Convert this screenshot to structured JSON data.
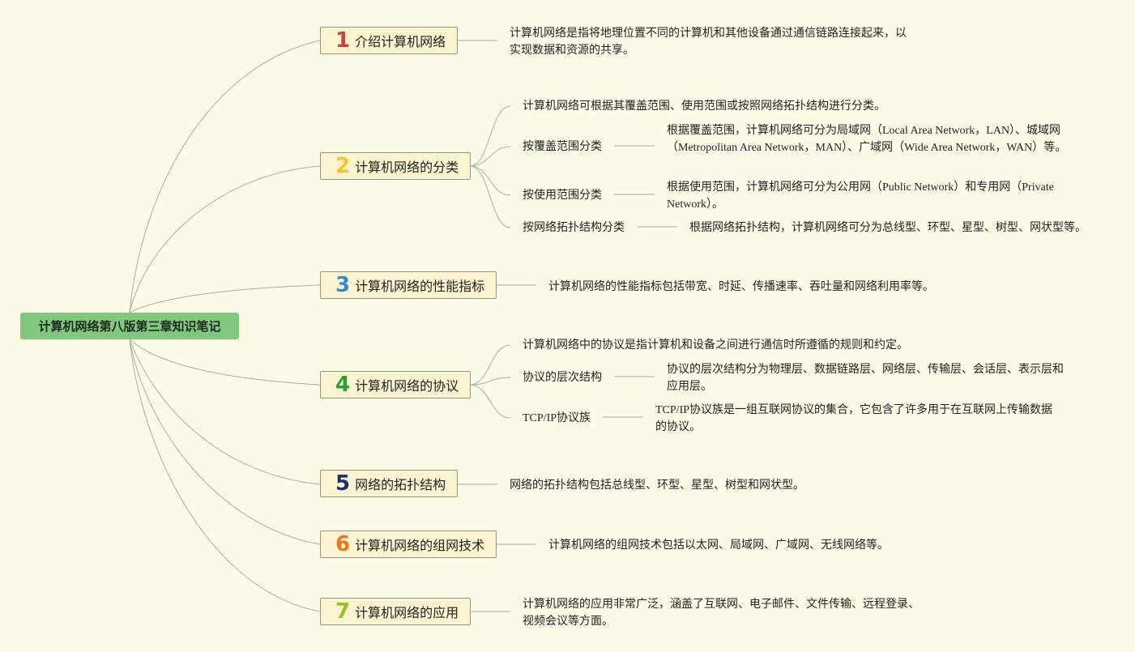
{
  "root": {
    "label": "计算机网络第八版第三章知识笔记"
  },
  "topics": [
    {
      "num": "1",
      "color": "#e03a3a",
      "label": "介绍计算机网络"
    },
    {
      "num": "2",
      "color": "#f3c532",
      "label": "计算机网络的分类"
    },
    {
      "num": "3",
      "color": "#2e8fd6",
      "label": "计算机网络的性能指标"
    },
    {
      "num": "4",
      "color": "#2a9d3a",
      "label": "计算机网络的协议"
    },
    {
      "num": "5",
      "color": "#1d2f7a",
      "label": "网络的拓扑结构"
    },
    {
      "num": "6",
      "color": "#f0761c",
      "label": "计算机网络的组网技术"
    },
    {
      "num": "7",
      "color": "#9bbd2c",
      "label": "计算机网络的应用"
    }
  ],
  "notes": {
    "t1": "计算机网络是指将地理位置不同的计算机和其他设备通过通信链路连接起来，以实现数据和资源的共享。",
    "t2_intro": "计算机网络可根据其覆盖范围、使用范围或按照网络拓扑结构进行分类。",
    "t2_cover": "按覆盖范围分类",
    "t2_cover_detail": "根据覆盖范围，计算机网络可分为局域网（Local Area Network，LAN）、城域网（Metropolitan Area Network，MAN）、广域网（Wide Area Network，WAN）等。",
    "t2_use": "按使用范围分类",
    "t2_use_detail": "根据使用范围，计算机网络可分为公用网（Public Network）和专用网（Private Network）。",
    "t2_topo": "按网络拓扑结构分类",
    "t2_topo_detail": "根据网络拓扑结构，计算机网络可分为总线型、环型、星型、树型、网状型等。",
    "t3": "计算机网络的性能指标包括带宽、时延、传播速率、吞吐量和网络利用率等。",
    "t4_intro": "计算机网络中的协议是指计算机和设备之间进行通信时所遵循的规则和约定。",
    "t4_layer": "协议的层次结构",
    "t4_layer_detail": "协议的层次结构分为物理层、数据链路层、网络层、传输层、会话层、表示层和应用层。",
    "t4_tcp": "TCP/IP协议族",
    "t4_tcp_detail": "TCP/IP协议族是一组互联网协议的集合，它包含了许多用于在互联网上传输数据的协议。",
    "t5": "网络的拓扑结构包括总线型、环型、星型、树型和网状型。",
    "t6": "计算机网络的组网技术包括以太网、局域网、广域网、无线网络等。",
    "t7": "计算机网络的应用非常广泛，涵盖了互联网、电子邮件、文件传输、远程登录、视频会议等方面。"
  }
}
